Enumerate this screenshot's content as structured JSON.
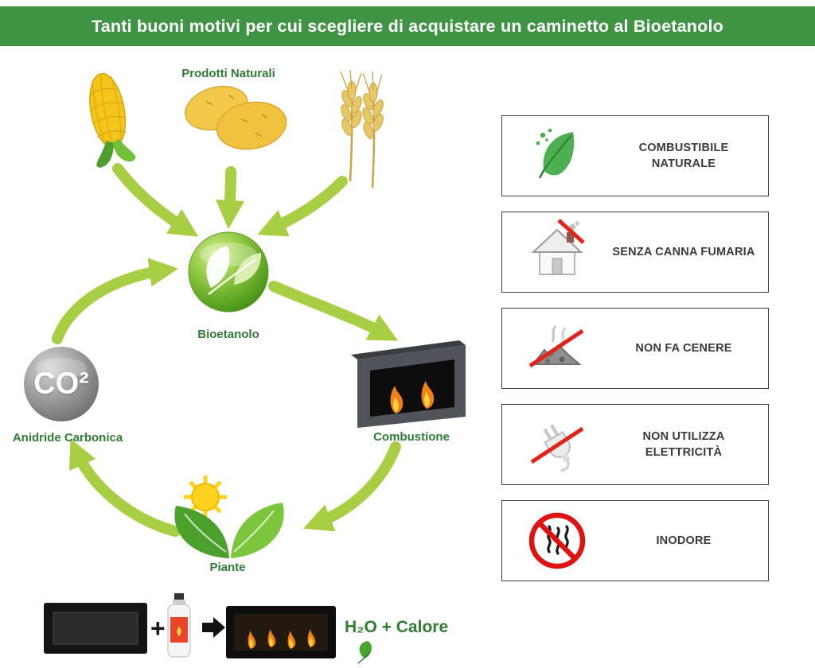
{
  "header": {
    "title": "Tanti buoni motivi per cui scegliere di acquistare un caminetto al Bioetanolo"
  },
  "cycle": {
    "prodotti_label": "Prodotti Naturali",
    "bioetanolo_label": "Bioetanolo",
    "combustione_label": "Combustione",
    "piante_label": "Piante",
    "co2_label": "Anidride Carbonica",
    "co2_symbol": "CO²"
  },
  "process": {
    "plus_sign": "+",
    "result_label": "H₂O + Calore"
  },
  "benefits": [
    {
      "icon": "natural-fuel-leaf-icon",
      "label": "COMBUSTIBILE NATURALE"
    },
    {
      "icon": "no-flue-house-icon",
      "label": "SENZA CANNA FUMARIA"
    },
    {
      "icon": "no-ash-icon",
      "label": "NON FA CENERE"
    },
    {
      "icon": "no-electricity-plug-icon",
      "label": "NON UTILIZZA ELETTRICITÀ"
    },
    {
      "icon": "odorless-icon",
      "label": "INODORE"
    }
  ],
  "colors": {
    "banner_green": "#3f9443",
    "label_green": "#2e7d32",
    "arrow_green": "#a8ce44",
    "prohibition_red": "#e02419",
    "benefit_text": "#3a3a3a"
  }
}
